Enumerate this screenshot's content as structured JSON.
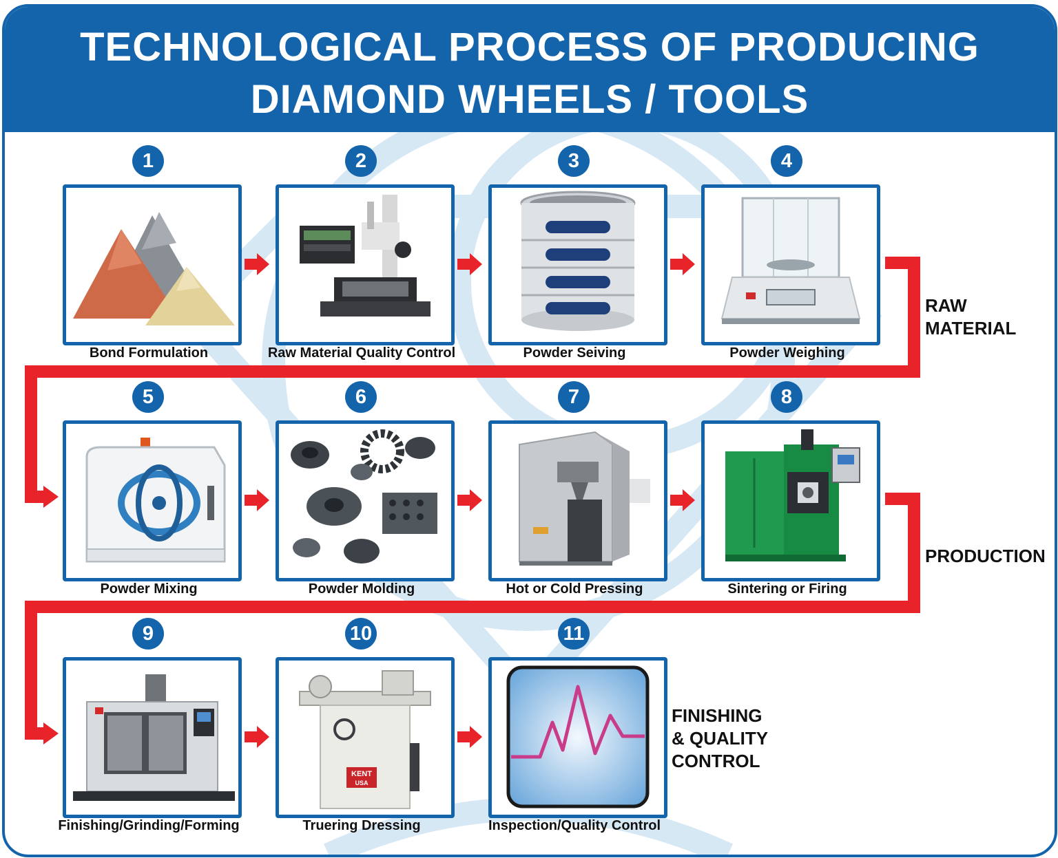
{
  "title": {
    "line1": "TECHNOLOGICAL PROCESS OF PRODUCING",
    "line2": "DIAMOND WHEELS / TOOLS"
  },
  "colors": {
    "primary_blue": "#1464ac",
    "flow_red": "#e8242a",
    "watermark": "#d7e8f5"
  },
  "steps": [
    {
      "number": "1",
      "label": "Bond Formulation",
      "icon": "powder-piles-image"
    },
    {
      "number": "2",
      "label": "Raw Material Quality Control",
      "icon": "measuring-microscope-image"
    },
    {
      "number": "3",
      "label": "Powder Seiving",
      "icon": "sieve-stack-image"
    },
    {
      "number": "4",
      "label": "Powder Weighing",
      "icon": "analytical-balance-image"
    },
    {
      "number": "5",
      "label": "Powder Mixing",
      "icon": "powder-mixer-image"
    },
    {
      "number": "6",
      "label": "Powder Molding",
      "icon": "graphite-molds-image"
    },
    {
      "number": "7",
      "label": "Hot or Cold Pressing",
      "icon": "press-machine-image"
    },
    {
      "number": "8",
      "label": "Sintering or Firing",
      "icon": "sintering-furnace-image"
    },
    {
      "number": "9",
      "label": "Finishing/Grinding/Forming",
      "icon": "cnc-mill-image"
    },
    {
      "number": "10",
      "label": "Truering Dressing",
      "icon": "tool-grinder-image"
    },
    {
      "number": "11",
      "label": "Inspection/Quality Control",
      "icon": "inspection-graph-image"
    }
  ],
  "machine_text": {
    "grinder_brand_line1": "KENT",
    "grinder_brand_line2": "USA"
  },
  "stages": {
    "raw_material": [
      "RAW",
      "MATERIAL"
    ],
    "production": [
      "PRODUCTION"
    ],
    "finishing": [
      "FINISHING",
      "& QUALITY",
      "CONTROL"
    ]
  }
}
